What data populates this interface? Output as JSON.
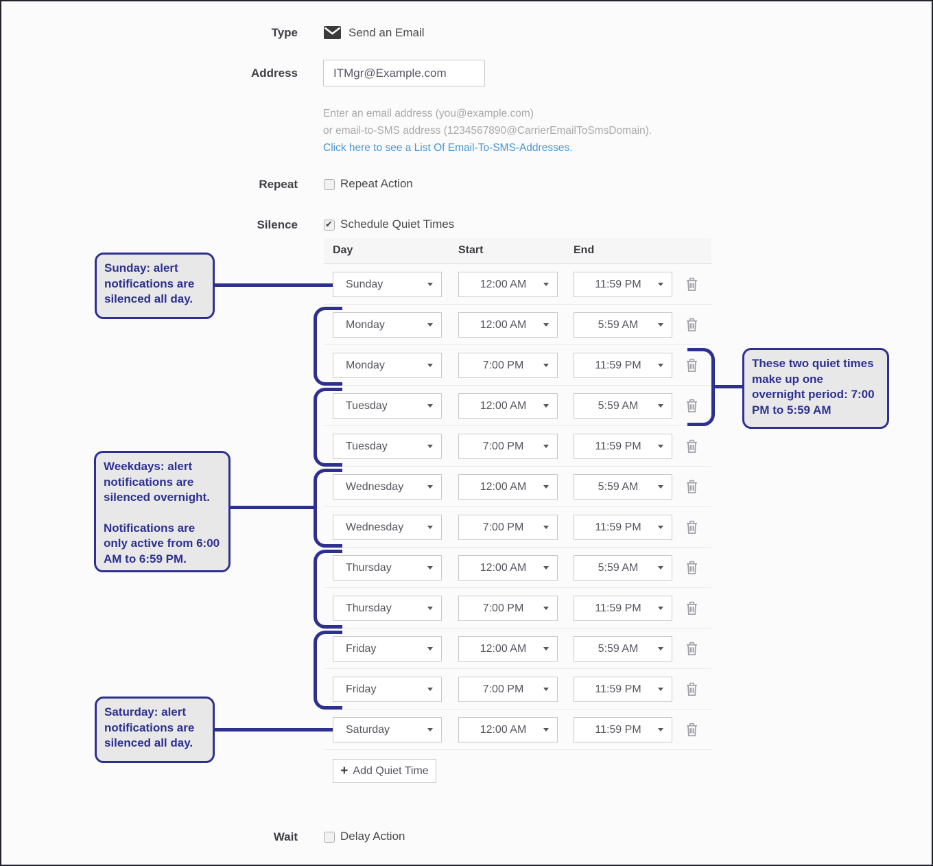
{
  "form": {
    "type": {
      "label": "Type",
      "value": "Send an Email"
    },
    "address": {
      "label": "Address",
      "value": "ITMgr@Example.com",
      "help_line1": "Enter an email address (you@example.com)",
      "help_line2": "or email-to-SMS address (1234567890@CarrierEmailToSmsDomain).",
      "link_text": "Click here to see a List Of Email-To-SMS-Addresses."
    },
    "repeat": {
      "label": "Repeat",
      "checkbox_label": "Repeat Action",
      "checked": false
    },
    "silence": {
      "label": "Silence",
      "checkbox_label": "Schedule Quiet Times",
      "checked": true
    },
    "wait": {
      "label": "Wait",
      "checkbox_label": "Delay Action",
      "checked": false
    }
  },
  "quiet_times": {
    "header": {
      "day": "Day",
      "start": "Start",
      "end": "End"
    },
    "rows": [
      {
        "day": "Sunday",
        "start": "12:00 AM",
        "end": "11:59 PM"
      },
      {
        "day": "Monday",
        "start": "12:00 AM",
        "end": "5:59 AM"
      },
      {
        "day": "Monday",
        "start": "7:00 PM",
        "end": "11:59 PM"
      },
      {
        "day": "Tuesday",
        "start": "12:00 AM",
        "end": "5:59 AM"
      },
      {
        "day": "Tuesday",
        "start": "7:00 PM",
        "end": "11:59 PM"
      },
      {
        "day": "Wednesday",
        "start": "12:00 AM",
        "end": "5:59 AM"
      },
      {
        "day": "Wednesday",
        "start": "7:00 PM",
        "end": "11:59 PM"
      },
      {
        "day": "Thursday",
        "start": "12:00 AM",
        "end": "5:59 AM"
      },
      {
        "day": "Thursday",
        "start": "7:00 PM",
        "end": "11:59 PM"
      },
      {
        "day": "Friday",
        "start": "12:00 AM",
        "end": "5:59 AM"
      },
      {
        "day": "Friday",
        "start": "7:00 PM",
        "end": "11:59 PM"
      },
      {
        "day": "Saturday",
        "start": "12:00 AM",
        "end": "11:59 PM"
      }
    ],
    "add_button_label": "Add Quiet Time"
  },
  "callouts": {
    "sunday": "Sunday: alert notifications are silenced all day.",
    "overnight": "These two quiet times make up one overnight period: 7:00 PM to 5:59 AM",
    "weekdays_par1": "Weekdays: alert notifications are silenced overnight.",
    "weekdays_par2": "Notifications are only active from 6:00 AM to 6:59 PM.",
    "saturday": "Saturday: alert notifications are silenced all day."
  },
  "icons": {
    "type_icon": "envelope-icon",
    "select_icon": "chevron-down-icon",
    "row_delete_icon": "trash-icon",
    "add_icon": "plus-icon"
  },
  "colors": {
    "annotation_navy": "#2d308e",
    "link_blue": "#4a97d2",
    "callout_bg": "#e8e8e8",
    "page_bg": "#fbfbfb"
  }
}
